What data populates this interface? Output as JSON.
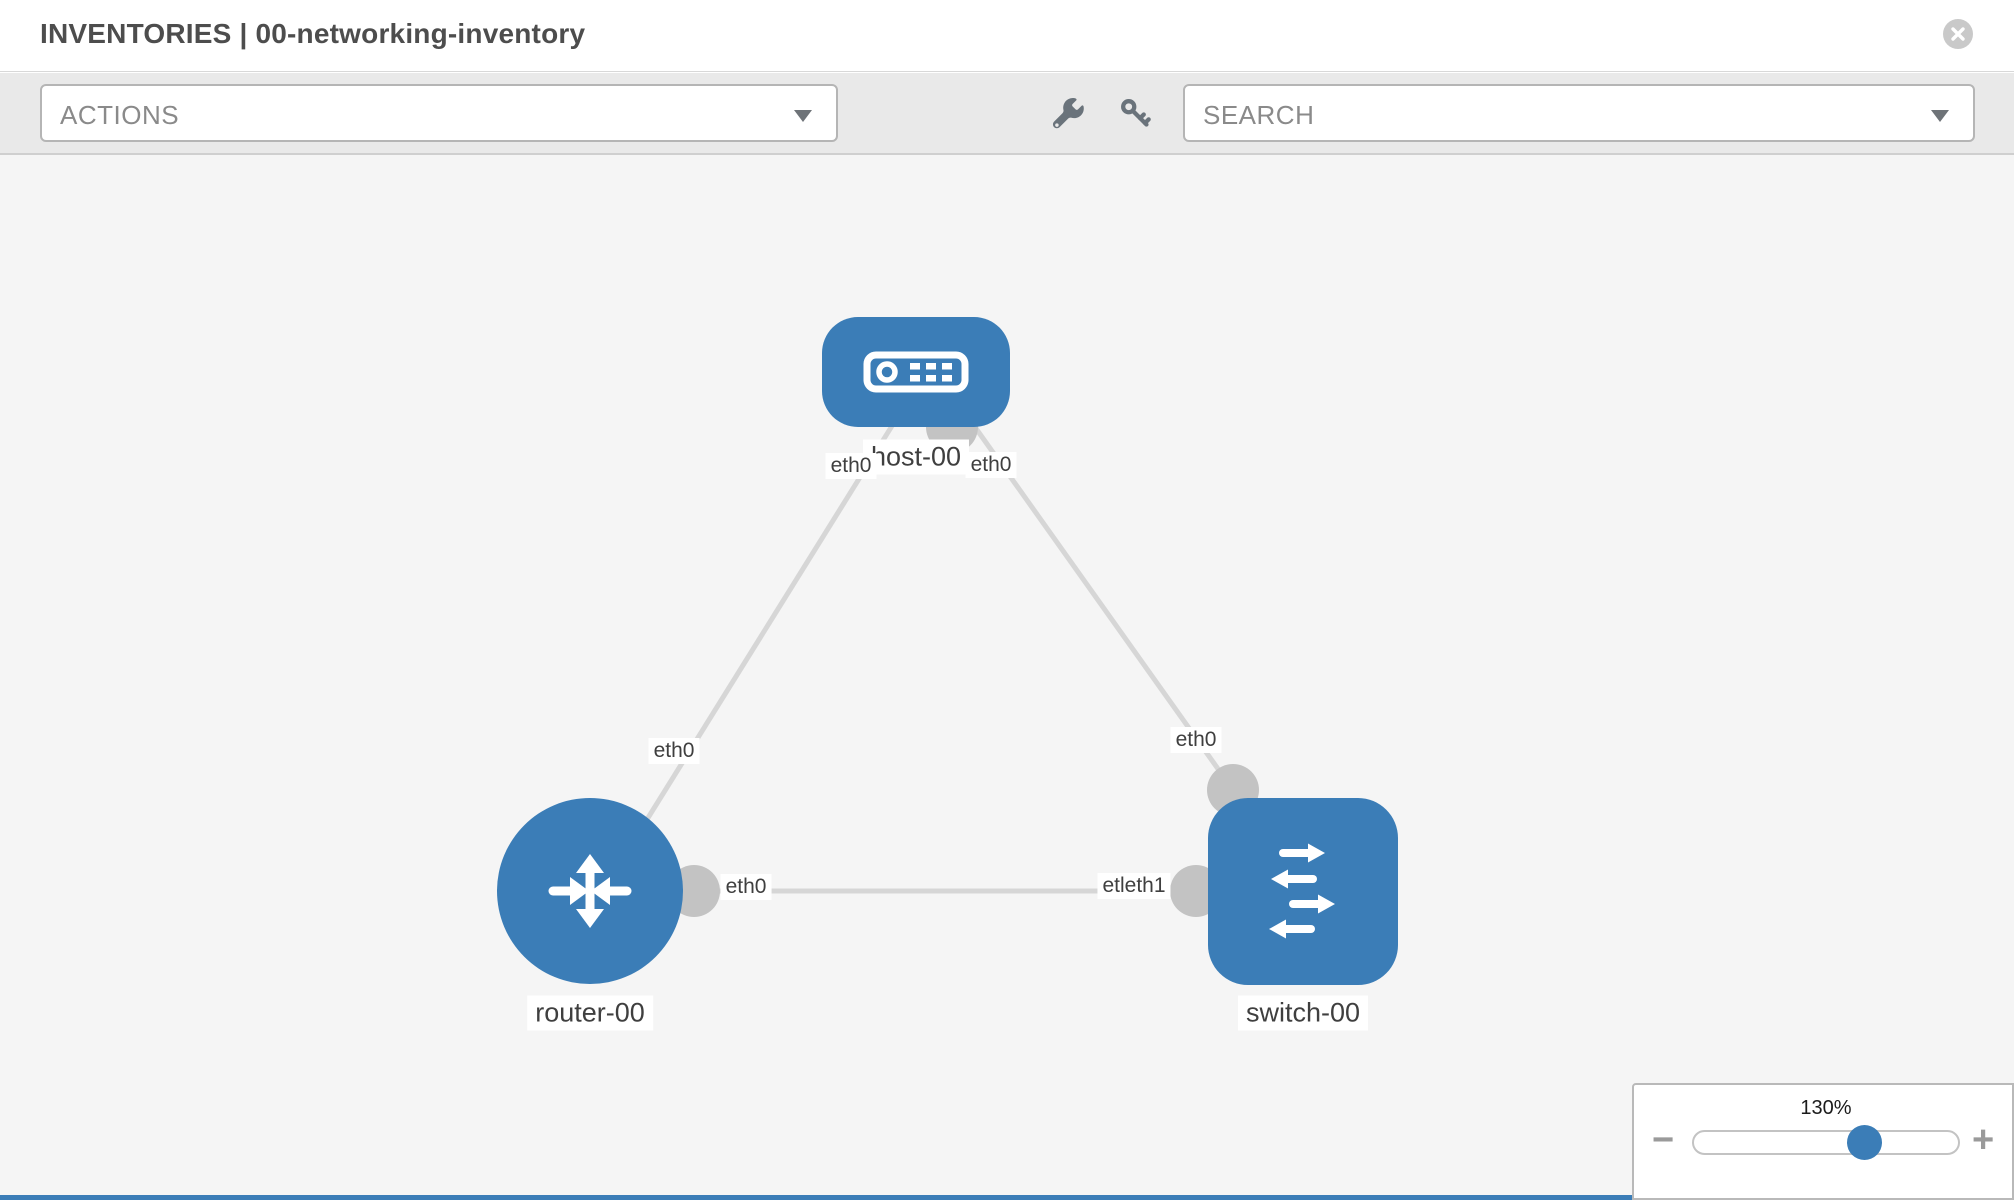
{
  "header": {
    "title": "INVENTORIES | 00-networking-inventory"
  },
  "toolbar": {
    "actions_label": "ACTIONS",
    "search_label": "SEARCH",
    "icons": [
      "wrench-icon",
      "key-icon"
    ]
  },
  "diagram": {
    "nodes": {
      "host": {
        "label": "host-00",
        "type": "host"
      },
      "router": {
        "label": "router-00",
        "type": "router"
      },
      "switch": {
        "label": "switch-00",
        "type": "switch"
      }
    },
    "interface_labels": {
      "host_left": "eth0",
      "host_right": "eth0",
      "router_host_link": "eth0",
      "switch_host_link": "eth0",
      "router_switch_near_router": "eth0",
      "router_switch_near_switch": "etleth1"
    },
    "links": [
      {
        "from": "host-00",
        "to": "router-00",
        "from_interface": "eth0",
        "to_interface": "eth0"
      },
      {
        "from": "host-00",
        "to": "switch-00",
        "from_interface": "eth0",
        "to_interface": "eth0"
      },
      {
        "from": "router-00",
        "to": "switch-00",
        "from_interface": "eth0",
        "to_interface": "eth1"
      }
    ]
  },
  "zoom_control": {
    "value": "130%",
    "minus_label": "−",
    "plus_label": "+"
  },
  "colors": {
    "node_blue": "#3b7db7",
    "link_gray": "#d6d6d6",
    "connector_gray": "#c3c3c3",
    "toolbar_bg": "#e9e9e9",
    "canvas_bg": "#f5f5f5"
  }
}
